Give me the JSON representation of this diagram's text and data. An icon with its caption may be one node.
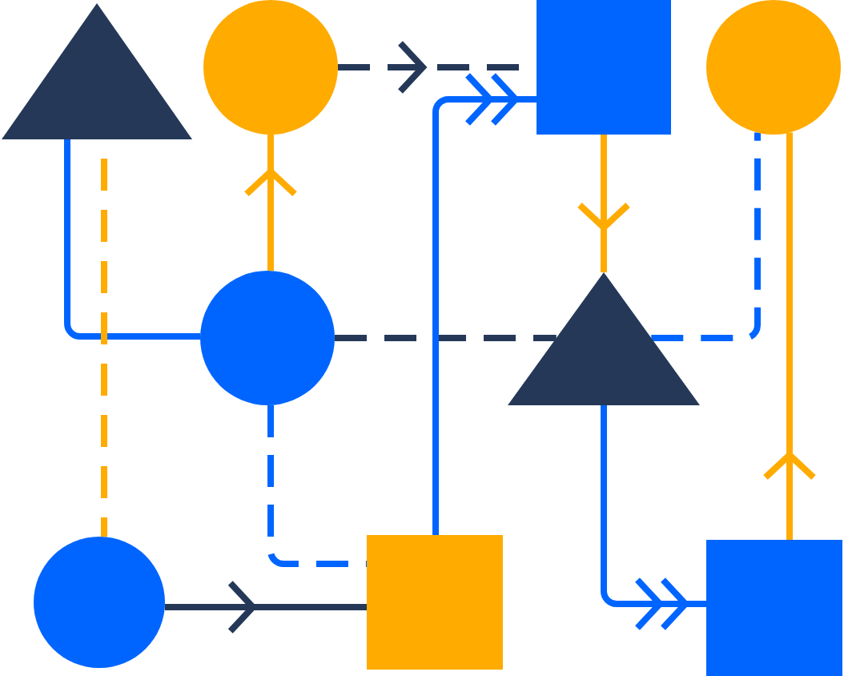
{
  "diagram": {
    "nodes": [
      {
        "text": [],
        "shape": "triangle"
      },
      {
        "text": [],
        "shape": "circle"
      },
      {
        "text": [],
        "shape": "square"
      },
      {
        "text": [],
        "shape": "circle"
      },
      {
        "text": [],
        "shape": "circle"
      },
      {
        "text": [],
        "shape": "triangle"
      },
      {
        "text": [],
        "shape": "circle"
      },
      {
        "text": [],
        "shape": "square"
      },
      {
        "text": [],
        "shape": "square"
      }
    ],
    "edges": [
      {
        "from": 1,
        "to": 2,
        "arrow": "to",
        "style": "dashed",
        "color": "#253858"
      },
      {
        "from": 0,
        "to": 4,
        "arrow": "none"
      },
      {
        "from": 0,
        "to": 6,
        "arrow": "none",
        "style": "dashed",
        "color": "#ffab00"
      },
      {
        "from": 4,
        "to": 1,
        "arrow": "to",
        "color": "#ffab00"
      },
      {
        "from": 4,
        "to": 5,
        "arrow": "none",
        "style": "dashed",
        "color": "#253858"
      },
      {
        "from": 5,
        "to": 3,
        "arrow": "none",
        "style": "dashed"
      },
      {
        "from": 4,
        "to": 7,
        "arrow": "none",
        "style": "dashed"
      },
      {
        "from": 6,
        "to": 7,
        "arrow": "to",
        "color": "#253858"
      },
      {
        "from": 7,
        "to": 2,
        "arrow": "to"
      },
      {
        "from": 2,
        "to": 5,
        "arrow": "to",
        "color": "#ffab00"
      },
      {
        "from": 5,
        "to": 8,
        "arrow": "to"
      },
      {
        "from": 8,
        "to": 3,
        "arrow": "to",
        "color": "#ffab00"
      }
    ]
  }
}
